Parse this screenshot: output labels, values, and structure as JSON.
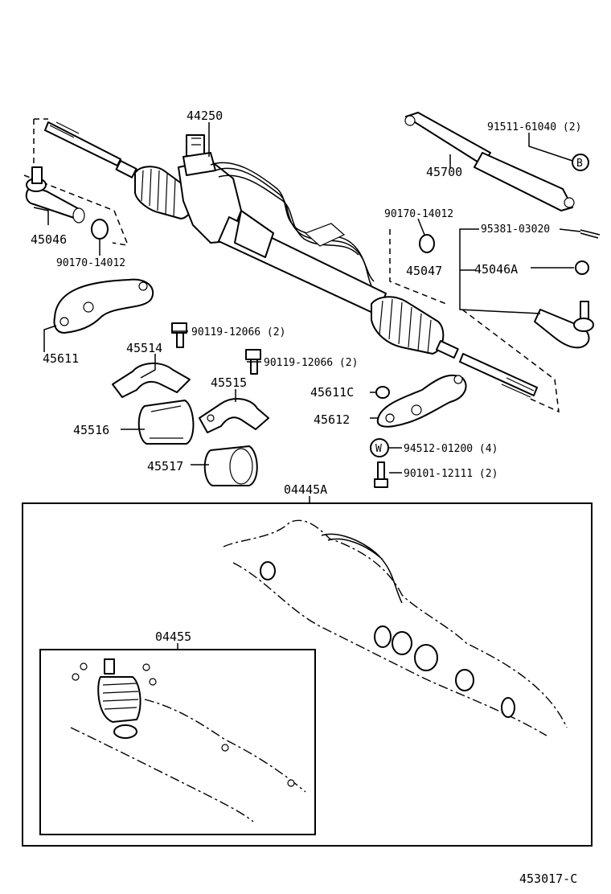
{
  "labels": {
    "p44250": "44250",
    "p91511": "91511-61040 (2)",
    "p45700": "45700",
    "pB": "B",
    "p90170a": "90170-14012",
    "p45046": "45046",
    "p90170b": "90170-14012",
    "p90170c": "90170-14012",
    "p95381": "95381-03020",
    "p45047": "45047",
    "p45046A": "45046A",
    "p45611": "45611",
    "p45514": "45514",
    "p90119a": "90119-12066 (2)",
    "p90119b": "90119-12066 (2)",
    "p45515": "45515",
    "p45611C": "45611C",
    "p45516": "45516",
    "p45612": "45612",
    "pW": "W",
    "p94512": "94512-01200 (4)",
    "p45517": "45517",
    "p90101": "90101-12111 (2)",
    "p04445A": "04445A",
    "p04455": "04455",
    "figure_id": "453017-C"
  }
}
